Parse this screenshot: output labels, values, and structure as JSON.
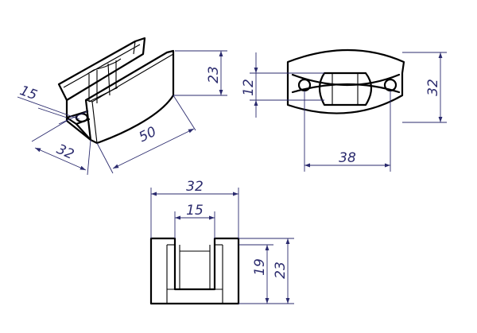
{
  "dimensions": {
    "iso_width": "15",
    "iso_height": "23",
    "iso_depth": "32",
    "iso_length": "50",
    "top_hole_spacing": "12",
    "top_height": "32",
    "top_length": "38",
    "front_width": "32",
    "front_slot": "15",
    "front_slot_depth": "19",
    "front_height": "23"
  },
  "colors": {
    "outline": "#000000",
    "dimension": "#2b2b6e"
  }
}
